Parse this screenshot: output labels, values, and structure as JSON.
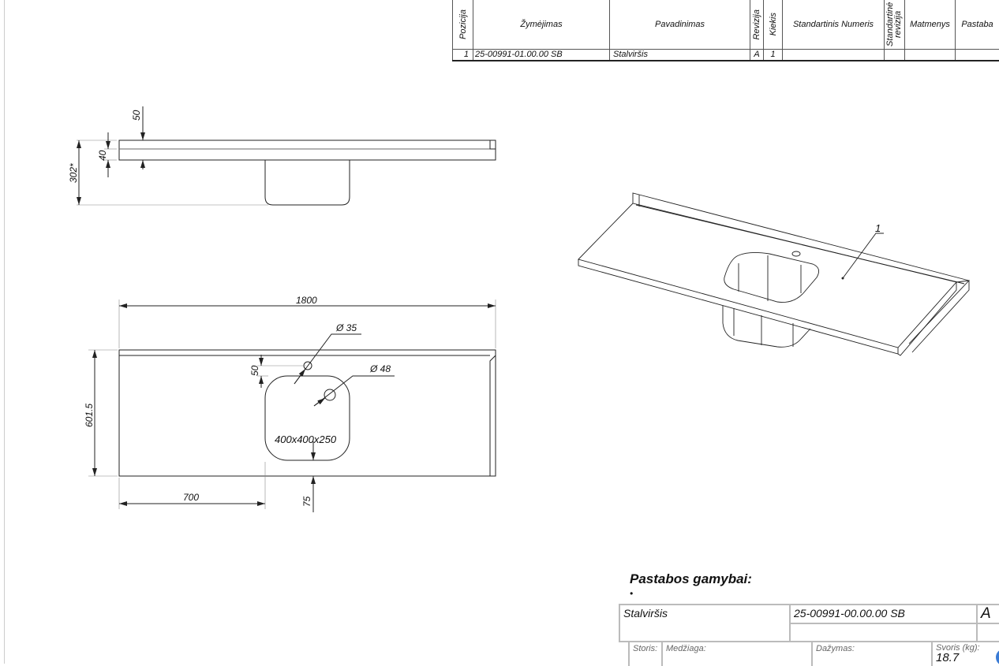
{
  "bom": {
    "headers": [
      "Pozicija",
      "Žymėjimas",
      "Pavadinimas",
      "Revizija",
      "Kiekis",
      "Standartinis Numeris",
      "Standartinė revizija",
      "Matmenys",
      "Pastaba"
    ],
    "rows": [
      {
        "position": "1",
        "designation": "25-00991-01.00.00 SB",
        "name": "Stalviršis",
        "revision": "A",
        "quantity": "1",
        "standard_number": "",
        "standard_revision": "",
        "dimensions": "",
        "note": ""
      }
    ]
  },
  "views": {
    "front": {
      "dim_thickness": "50",
      "dim_edge": "40",
      "dim_height": "302*"
    },
    "top": {
      "dim_length": "1800",
      "dim_depth": "601.5",
      "dim_offset": "700",
      "dim_front": "75",
      "dim_hole_offset": "50",
      "hole_small": "Ø 35",
      "hole_large": "Ø 48",
      "sink_size": "400x400x250"
    },
    "iso": {
      "balloon": "1"
    }
  },
  "notes": {
    "title": "Pastabos gamybai:",
    "bullet": "•"
  },
  "title_block": {
    "name": "Stalviršis",
    "number": "25-00991-00.00.00 SB",
    "revision": "A",
    "thickness_label": "Storis:",
    "material_label": "Medžiaga:",
    "paint_label": "Dažymas:",
    "weight_label": "Svoris (kg):",
    "weight_value": "18.7"
  },
  "colors": {
    "line": "#222222",
    "grid": "#bbbbbb",
    "scroll": "#3a7bd5"
  }
}
